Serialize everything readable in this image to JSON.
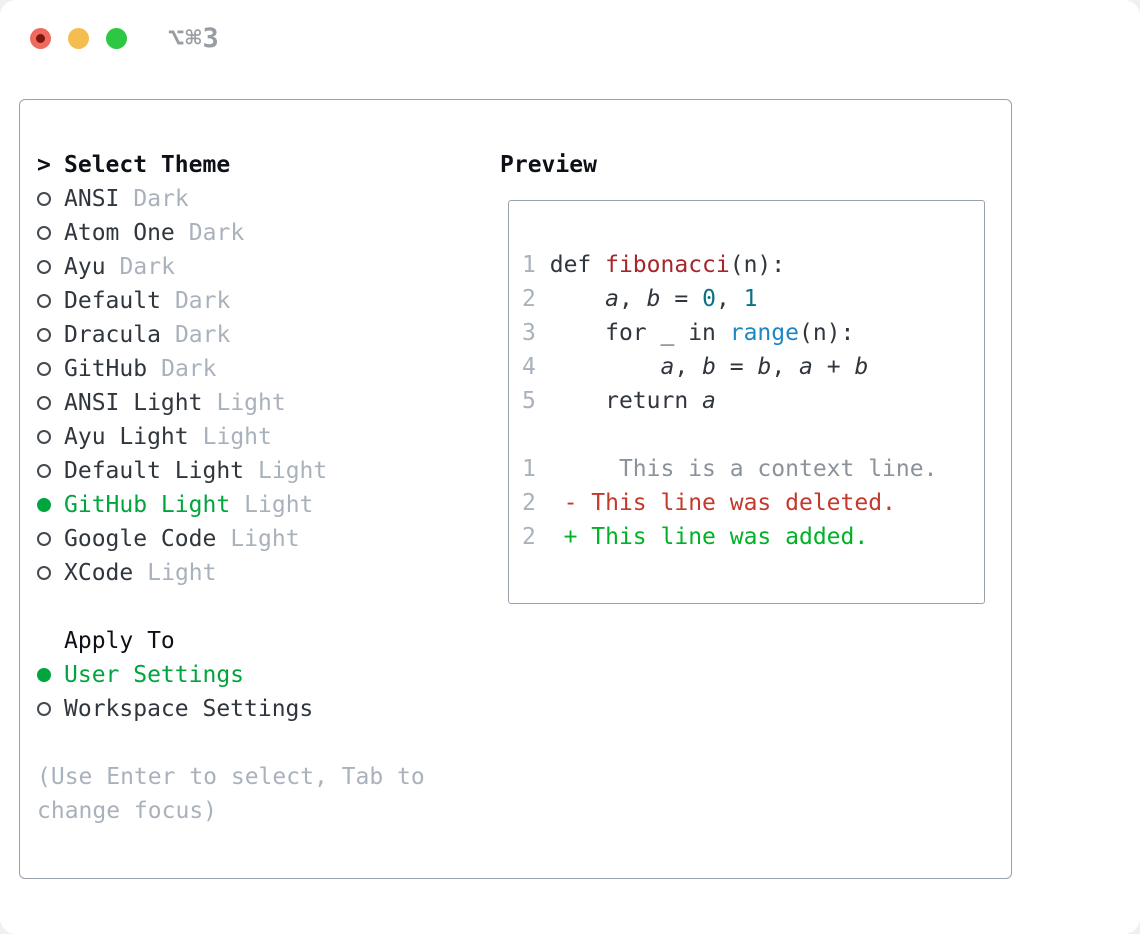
{
  "window": {
    "title": "⌥⌘3"
  },
  "titlebar": {
    "close_color": "#ee6a5e",
    "minimize_color": "#f5bd4f",
    "maximize_color": "#2ec743"
  },
  "theme_picker": {
    "prompt": ">",
    "title": "Select Theme",
    "items": [
      {
        "name": "ANSI",
        "variant": "Dark",
        "selected": false
      },
      {
        "name": "Atom One",
        "variant": "Dark",
        "selected": false
      },
      {
        "name": "Ayu",
        "variant": "Dark",
        "selected": false
      },
      {
        "name": "Default",
        "variant": "Dark",
        "selected": false
      },
      {
        "name": "Dracula",
        "variant": "Dark",
        "selected": false
      },
      {
        "name": "GitHub",
        "variant": "Dark",
        "selected": false
      },
      {
        "name": "ANSI Light",
        "variant": "Light",
        "selected": false
      },
      {
        "name": "Ayu Light",
        "variant": "Light",
        "selected": false
      },
      {
        "name": "Default Light",
        "variant": "Light",
        "selected": false
      },
      {
        "name": "GitHub Light",
        "variant": "Light",
        "selected": true
      },
      {
        "name": "Google Code",
        "variant": "Light",
        "selected": false
      },
      {
        "name": "XCode",
        "variant": "Light",
        "selected": false
      }
    ]
  },
  "apply_to": {
    "title": "Apply To",
    "options": [
      {
        "label": "User Settings",
        "selected": true
      },
      {
        "label": "Workspace Settings",
        "selected": false
      }
    ]
  },
  "hint": "(Use Enter to select, Tab to change focus)",
  "preview": {
    "title": "Preview",
    "code_lines": [
      {
        "number": "1",
        "kind": "code-line",
        "segments": [
          {
            "text": "def ",
            "style": "fg"
          },
          {
            "text": "fibonacci",
            "style": "func"
          },
          {
            "text": "(n):",
            "style": "fg"
          }
        ]
      },
      {
        "number": "2",
        "kind": "code-line",
        "segments": [
          {
            "text": "    ",
            "style": "fg"
          },
          {
            "text": "a",
            "style": "var"
          },
          {
            "text": ", ",
            "style": "fg"
          },
          {
            "text": "b",
            "style": "var"
          },
          {
            "text": " = ",
            "style": "fg"
          },
          {
            "text": "0",
            "style": "num"
          },
          {
            "text": ", ",
            "style": "fg"
          },
          {
            "text": "1",
            "style": "num"
          }
        ]
      },
      {
        "number": "3",
        "kind": "code-line",
        "segments": [
          {
            "text": "    for _ in ",
            "style": "fg"
          },
          {
            "text": "range",
            "style": "call"
          },
          {
            "text": "(n):",
            "style": "fg"
          }
        ]
      },
      {
        "number": "4",
        "kind": "code-line",
        "segments": [
          {
            "text": "        ",
            "style": "fg"
          },
          {
            "text": "a",
            "style": "var"
          },
          {
            "text": ", ",
            "style": "fg"
          },
          {
            "text": "b",
            "style": "var"
          },
          {
            "text": " = ",
            "style": "fg"
          },
          {
            "text": "b",
            "style": "var"
          },
          {
            "text": ", ",
            "style": "fg"
          },
          {
            "text": "a",
            "style": "var"
          },
          {
            "text": " + ",
            "style": "fg"
          },
          {
            "text": "b",
            "style": "var"
          }
        ]
      },
      {
        "number": "5",
        "kind": "code-line",
        "segments": [
          {
            "text": "    return ",
            "style": "fg"
          },
          {
            "text": "a",
            "style": "var"
          }
        ]
      },
      {
        "number": "",
        "kind": "blank-line",
        "segments": []
      },
      {
        "number": "1",
        "kind": "diff-context-line",
        "segments": [
          {
            "text": "     This is a context line.",
            "style": "ctx"
          }
        ]
      },
      {
        "number": "2",
        "kind": "diff-deleted-line",
        "segments": [
          {
            "text": " - This line was deleted.",
            "style": "del"
          }
        ]
      },
      {
        "number": "2",
        "kind": "diff-added-line",
        "segments": [
          {
            "text": " + This line was added.",
            "style": "add"
          }
        ]
      }
    ]
  },
  "colors": {
    "selected_green": "#00a53e",
    "foreground": "#30363d",
    "muted_gray": "#a9b2bc",
    "title_black": "#0d1117",
    "function_red": "#a6262b",
    "number_teal": "#0b7285",
    "builtin_blue": "#1d87c4",
    "context_gray": "#8b9299",
    "deleted_red": "#c4392b",
    "added_green": "#00b227",
    "border_gray": "#9aa2ac",
    "titlebar_text_gray": "#989da4"
  }
}
